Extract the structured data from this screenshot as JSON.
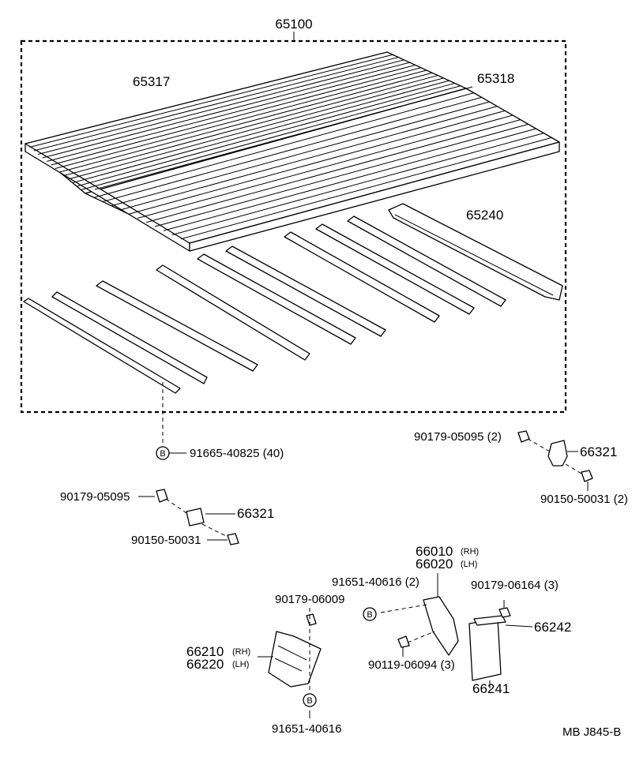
{
  "assembly": {
    "number": "65100"
  },
  "parts": {
    "floor_panel_front": "65317",
    "floor_panel_rear": "65318",
    "sill_rear": "65240",
    "bolt_b_40": "91665-40825 (40)",
    "nut_right": "90179-05095 (2)",
    "bracket_right": "66321",
    "bolt_right": "90150-50031 (2)",
    "nut_left": "90179-05095",
    "bracket_left": "66321",
    "bolt_left": "90150-50031",
    "stay_rh": "66010",
    "stay_rh_side": "(RH)",
    "stay_lh": "66020",
    "stay_lh_side": "(LH)",
    "bolt_b_2": "91651-40616 (2)",
    "nut_stay": "90179-06164 (3)",
    "plate_66242": "66242",
    "screw_stay": "90119-06094 (3)",
    "flap_66241": "66241",
    "nut_bracket": "90179-06009",
    "bracket_rh": "66210",
    "bracket_rh_side": "(RH)",
    "bracket_lh": "66220",
    "bracket_lh_side": "(LH)",
    "bolt_b_bottom": "91651-40616"
  },
  "bolt_marker": "B",
  "footer": {
    "code": "MB  J845-B"
  }
}
